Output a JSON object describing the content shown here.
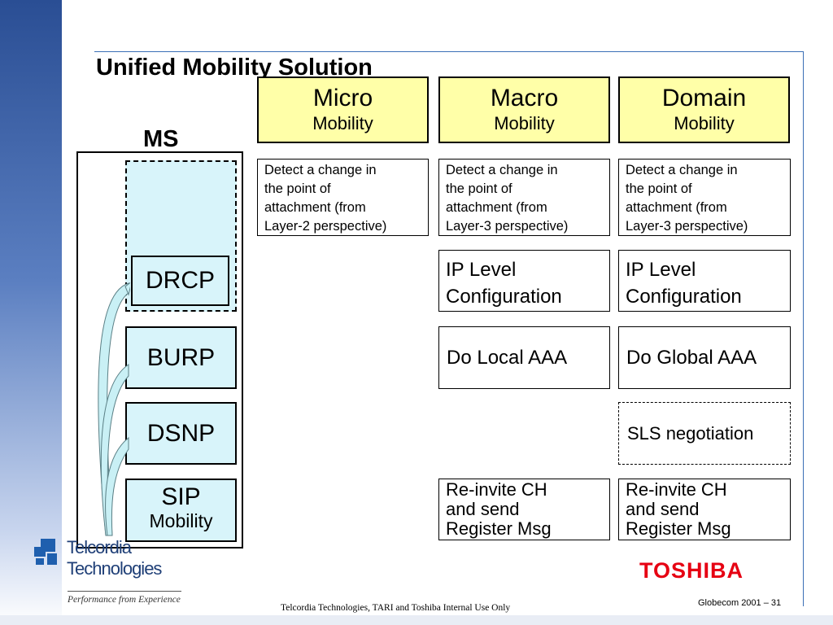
{
  "title": "Unified Mobility Solution",
  "columns": [
    {
      "line1": "Micro",
      "line2": "Mobility"
    },
    {
      "line1": "Macro",
      "line2": "Mobility"
    },
    {
      "line1": "Domain",
      "line2": "Mobility"
    }
  ],
  "rows": {
    "detect": [
      [
        "Detect a change in",
        "the point of",
        "attachment (from",
        "Layer-2 perspective)"
      ],
      [
        "Detect a change in",
        "the point of",
        "attachment (from",
        "Layer-3 perspective)"
      ],
      [
        "Detect a change in",
        "the point of",
        "attachment (from",
        "Layer-3 perspective)"
      ]
    ],
    "ip_config": {
      "line1": "IP Level",
      "line2": "Configuration"
    },
    "local_aaa": "Do Local AAA",
    "global_aaa": "Do Global AAA",
    "sls": "SLS negotiation",
    "reinvite": {
      "line1": "Re-invite CH",
      "line2": "and send",
      "line3": "Register Msg"
    }
  },
  "ms": {
    "label": "MS",
    "drcp": "DRCP",
    "burp": "BURP",
    "dsnp": "DSNP",
    "sip_line1": "SIP",
    "sip_line2": "Mobility"
  },
  "logos": {
    "telcordia_line1": "Telcordia",
    "telcordia_line2": "Technologies",
    "tagline": "Performance from Experience",
    "toshiba": "TOSHIBA"
  },
  "footer": {
    "center": "Telcordia Technologies, TARI and Toshiba  Internal Use Only",
    "right": "Globecom 2001 – 31"
  },
  "colors": {
    "header_fill": "#ffffa8",
    "protocol_fill": "#d8f4fa",
    "toshiba_red": "#e60012",
    "telcordia_blue": "#1f5fae"
  }
}
